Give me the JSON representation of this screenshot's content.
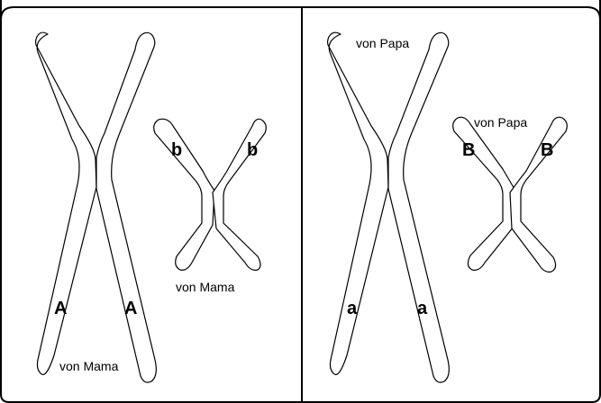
{
  "left_panel": {
    "large_chromosome": {
      "allele_left": "A",
      "allele_right": "A",
      "origin": "von Mama"
    },
    "small_chromosome": {
      "allele_left": "b",
      "allele_right": "b",
      "origin": "von Mama"
    }
  },
  "right_panel": {
    "large_chromosome": {
      "allele_left": "a",
      "allele_right": "a",
      "origin": "von Papa"
    },
    "small_chromosome": {
      "allele_left": "B",
      "allele_right": "B",
      "origin": "von Papa"
    }
  }
}
